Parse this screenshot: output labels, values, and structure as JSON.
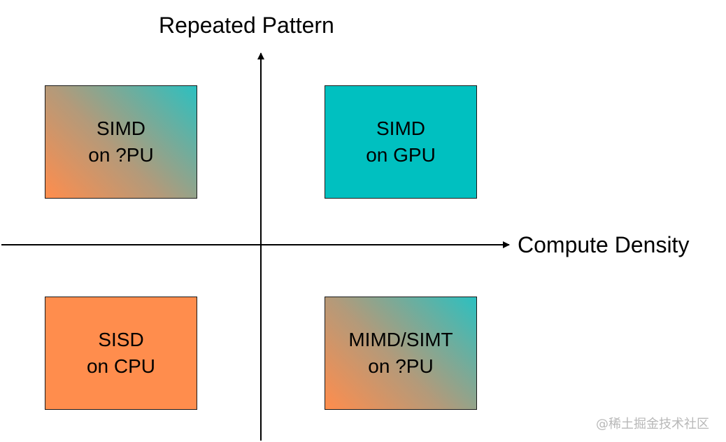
{
  "axes": {
    "y_label": "Repeated Pattern",
    "x_label": "Compute Density"
  },
  "quadrants": [
    {
      "position": "top-left",
      "line1": "SIMD",
      "line2": "on ?PU",
      "fill": "gradient",
      "colors": [
        "#ff8d4d",
        "#2cc0c0"
      ]
    },
    {
      "position": "top-right",
      "line1": "SIMD",
      "line2": "on GPU",
      "fill": "solid",
      "colors": [
        "#00c0c0"
      ]
    },
    {
      "position": "bottom-left",
      "line1": "SISD",
      "line2": "on CPU",
      "fill": "solid",
      "colors": [
        "#ff8d4d"
      ]
    },
    {
      "position": "bottom-right",
      "line1": "MIMD/SIMT",
      "line2": "on ?PU",
      "fill": "gradient",
      "colors": [
        "#ff8d4d",
        "#2cc0c0"
      ]
    }
  ],
  "watermark": "@稀土掘金技术社区"
}
